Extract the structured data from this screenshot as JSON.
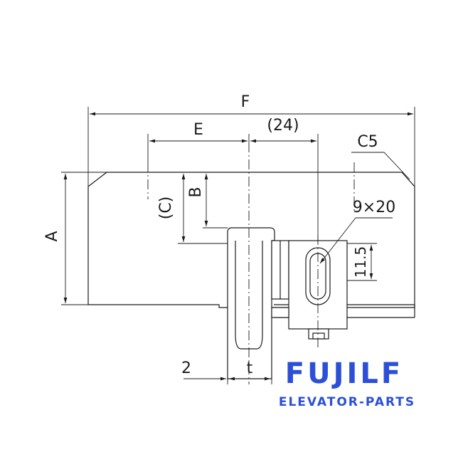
{
  "drawing": {
    "dimensions": {
      "F": "F",
      "E": "E",
      "twenty_four": "(24)",
      "C5": "C5",
      "A": "A",
      "B": "B",
      "C": "(C)",
      "slot": "9×20",
      "eleven_five": "11.5",
      "two": "2",
      "t": "t"
    },
    "colors": {
      "line": "#1a1a1a",
      "logo": "#2b4fd6"
    }
  },
  "logo": {
    "brand": "FUJILF",
    "tagline": "ELEVATOR-PARTS"
  }
}
